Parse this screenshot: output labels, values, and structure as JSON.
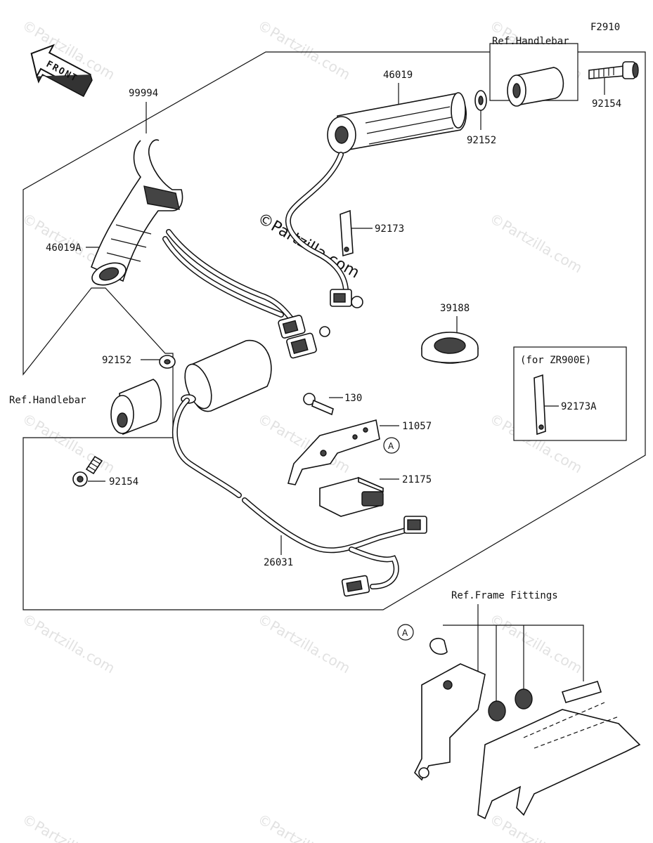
{
  "figure_code": "F2910",
  "front_label": "FRONT",
  "watermark": "©Partzilla.com",
  "callouts": {
    "p99994": "99994",
    "p46019": "46019",
    "p46019A": "46019A",
    "p92152_top": "92152",
    "p92152_left": "92152",
    "p92154_top": "92154",
    "p92154_left": "92154",
    "p92173": "92173",
    "p92173A": "92173A",
    "p39188": "39188",
    "p130": "130",
    "p11057": "11057",
    "p21175": "21175",
    "p26031": "26031",
    "ref_handlebar_top": "Ref.Handlebar",
    "ref_handlebar_left": "Ref.Handlebar",
    "ref_frame_fittings": "Ref.Frame Fittings",
    "for_zr900e": "(for ZR900E)",
    "marker_a1": "A",
    "marker_a2": "A"
  }
}
